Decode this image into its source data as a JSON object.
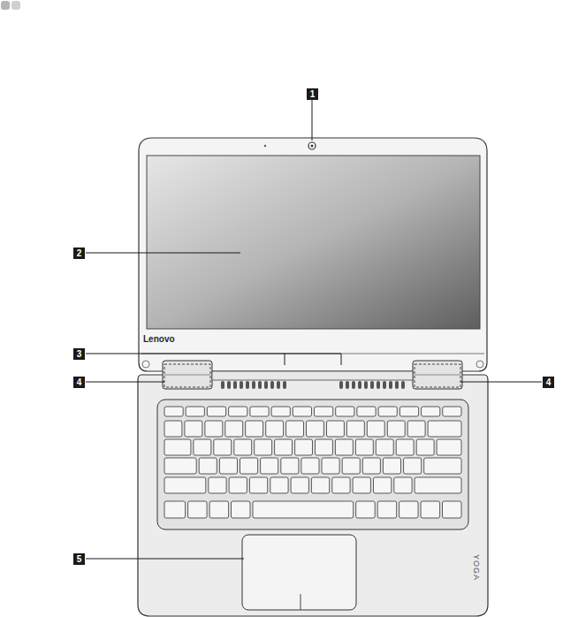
{
  "diagram": {
    "labels": [
      "1",
      "2",
      "3",
      "4",
      "4",
      "5",
      "Lenovo",
      "YOGA"
    ]
  }
}
